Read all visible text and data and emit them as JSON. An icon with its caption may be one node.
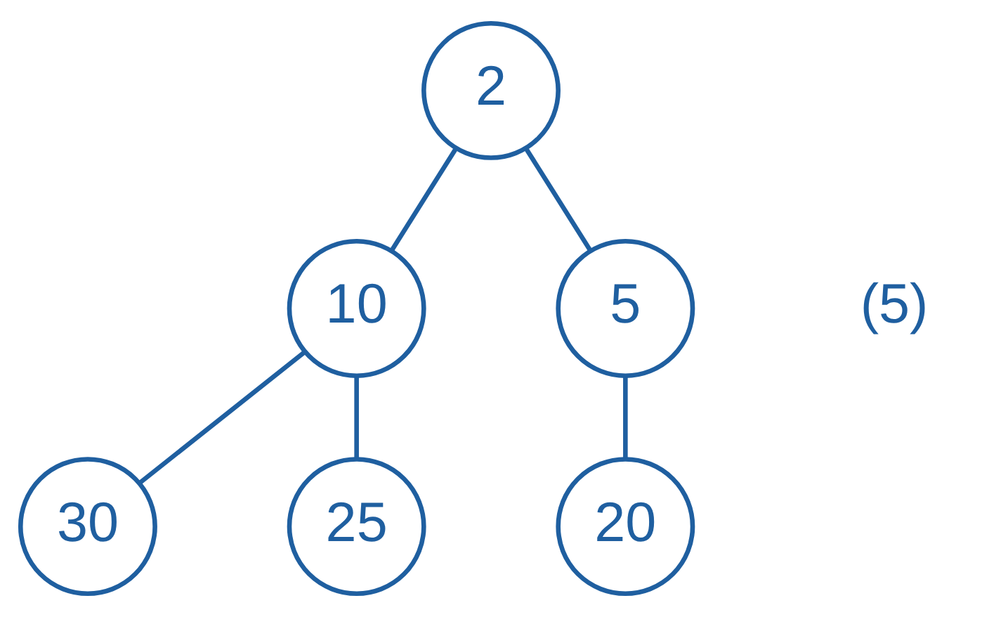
{
  "diagram": {
    "nodes": [
      {
        "text": [
          "2"
        ]
      },
      {
        "text": [
          "10"
        ]
      },
      {
        "text": [
          "5"
        ]
      },
      {
        "text": [
          "30"
        ]
      },
      {
        "text": [
          "25"
        ]
      },
      {
        "text": [
          "20"
        ]
      }
    ],
    "edges": [
      {
        "from": 0,
        "to": 1,
        "arrow": "none"
      },
      {
        "from": 0,
        "to": 2,
        "arrow": "none"
      },
      {
        "from": 1,
        "to": 3,
        "arrow": "none"
      },
      {
        "from": 1,
        "to": 4,
        "arrow": "none"
      },
      {
        "from": 2,
        "to": 5,
        "arrow": "none"
      }
    ],
    "labels": [
      "(5)"
    ]
  }
}
